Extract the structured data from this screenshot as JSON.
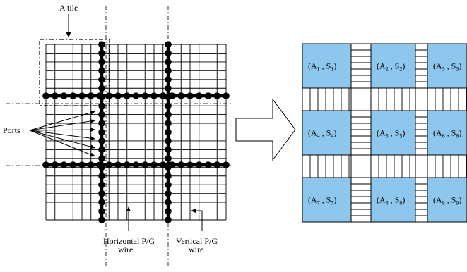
{
  "labels": {
    "tile": "A tile",
    "ports": "Ports",
    "horizontal_wire_1": "Horizontal P/G",
    "horizontal_wire_2": "wire",
    "vertical_wire_1": "Vertical P/G",
    "vertical_wire_2": "wire"
  },
  "tiles": [
    {
      "a": "A",
      "a_sub": "1",
      "s": "S",
      "s_sub": "1"
    },
    {
      "a": "A",
      "a_sub": "2",
      "s": "S",
      "s_sub": "2"
    },
    {
      "a": "A",
      "a_sub": "3",
      "s": "S",
      "s_sub": "3"
    },
    {
      "a": "A",
      "a_sub": "4",
      "s": "S",
      "s_sub": "4"
    },
    {
      "a": "A",
      "a_sub": "5",
      "s": "S",
      "s_sub": "5"
    },
    {
      "a": "A",
      "a_sub": "6",
      "s": "S",
      "s_sub": "6"
    },
    {
      "a": "A",
      "a_sub": "7",
      "s": "S",
      "s_sub": "7"
    },
    {
      "a": "A",
      "a_sub": "8",
      "s": "S",
      "s_sub": "8"
    },
    {
      "a": "A",
      "a_sub": "9",
      "s": "S",
      "s_sub": "9"
    }
  ],
  "colors": {
    "tile_fill": "#8ec7ee",
    "line": "#000000"
  }
}
